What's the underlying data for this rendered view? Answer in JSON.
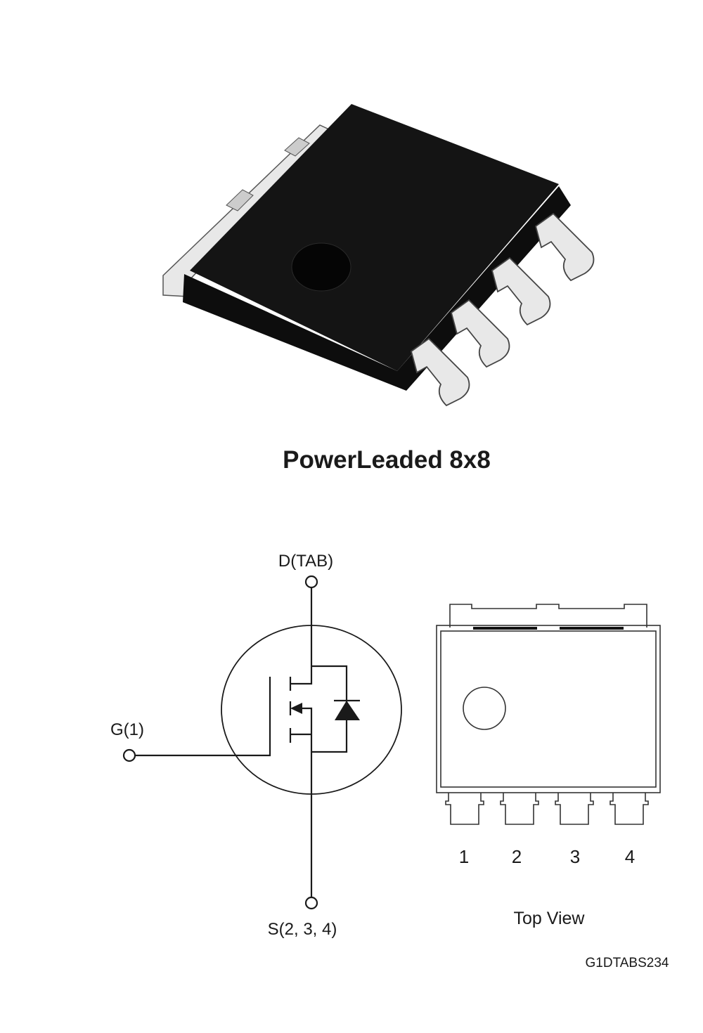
{
  "package": {
    "name": "PowerLeaded 8x8"
  },
  "schematic": {
    "drain_label": "D(TAB)",
    "gate_label": "G(1)",
    "source_label": "S(2, 3, 4)"
  },
  "top_view": {
    "pins": [
      "1",
      "2",
      "3",
      "4"
    ],
    "caption": "Top View"
  },
  "figure_code": "G1DTABS234",
  "colors": {
    "body": "#111111",
    "lead": "#e6e6e6",
    "line": "#1a1a1a"
  }
}
